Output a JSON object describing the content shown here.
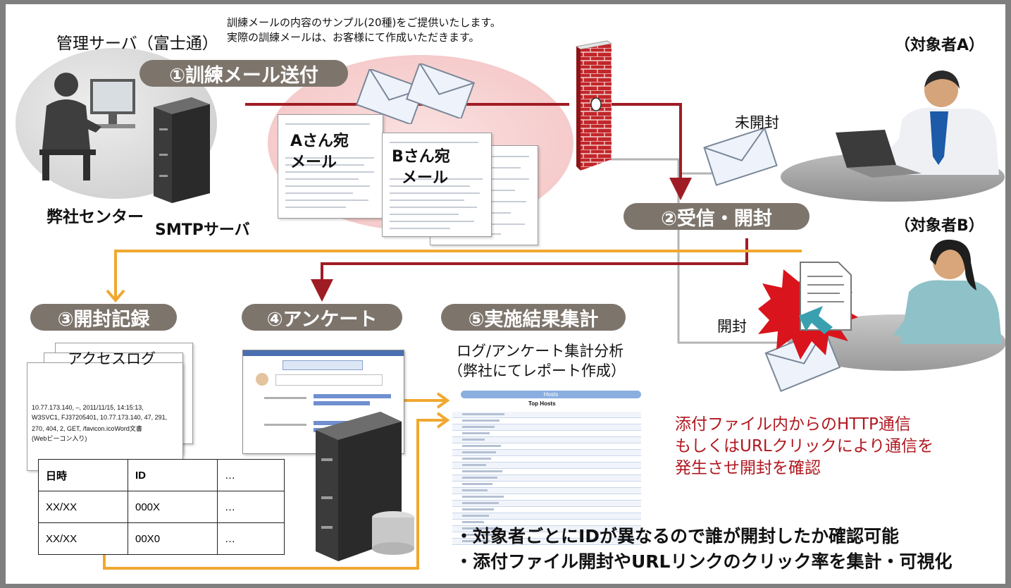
{
  "notes": {
    "sample_line1": "訓練メールの内容のサンプル(20種)をご提供いたします。",
    "sample_line2": "実際の訓練メールは、お客様にて作成いただきます。"
  },
  "labels": {
    "mgmt_server": "管理サーバ（富士通）",
    "our_center": "弊社センター",
    "smtp_server": "SMTPサーバ",
    "target_a": "（対象者A）",
    "target_b": "（対象者B）",
    "unopened": "未開封",
    "opened": "開封",
    "mail_a_line1": "Aさん宛",
    "mail_a_line2": "メール",
    "mail_b_line1": "Bさん宛",
    "mail_b_line2": "メール",
    "access_log": "アクセスログ",
    "analysis_line1": "ログ/アンケート集計分析",
    "analysis_line2": "（弊社にてレポート作成）",
    "log_text_line1": "10.77.173.140, –, 2011/11/15, 14:15:13,",
    "log_text_line2": "W3SVC1, FJ37205401, 10.77.173.140, 47, 291,",
    "log_text_line3": "270, 404, 2, GET, /favicon.icoWord文書",
    "log_text_line4": "(Webビーコン入り)"
  },
  "steps": {
    "step1": "①訓練メール送付",
    "step2": "②受信・開封",
    "step3": "③開封記録",
    "step4": "④アンケート",
    "step5": "⑤実施結果集計"
  },
  "table": {
    "headers": [
      "日時",
      "ID",
      "…"
    ],
    "rows": [
      [
        "XX/XX",
        "000X",
        "…"
      ],
      [
        "XX/XX",
        "00X0",
        "…"
      ]
    ]
  },
  "red_note": {
    "line1": "添付ファイル内からのHTTP通信",
    "line2": "もしくはURLクリックにより通信を",
    "line3": "発生させ開封を確認"
  },
  "bullets": {
    "b1": "・対象者ごとにIDが異なるので誰が開封したか確認可能",
    "b2": "・添付ファイル開封やURLリンクのクリック率を集計・可視化"
  },
  "report": {
    "header": "Hosts",
    "title": "Top Hosts"
  },
  "colors": {
    "red_arrow": "#a01c24",
    "orange_arrow": "#f0a830",
    "gray_line": "#b4b4b4",
    "pill_bg": "#7d756c",
    "note_red": "#b01820"
  }
}
